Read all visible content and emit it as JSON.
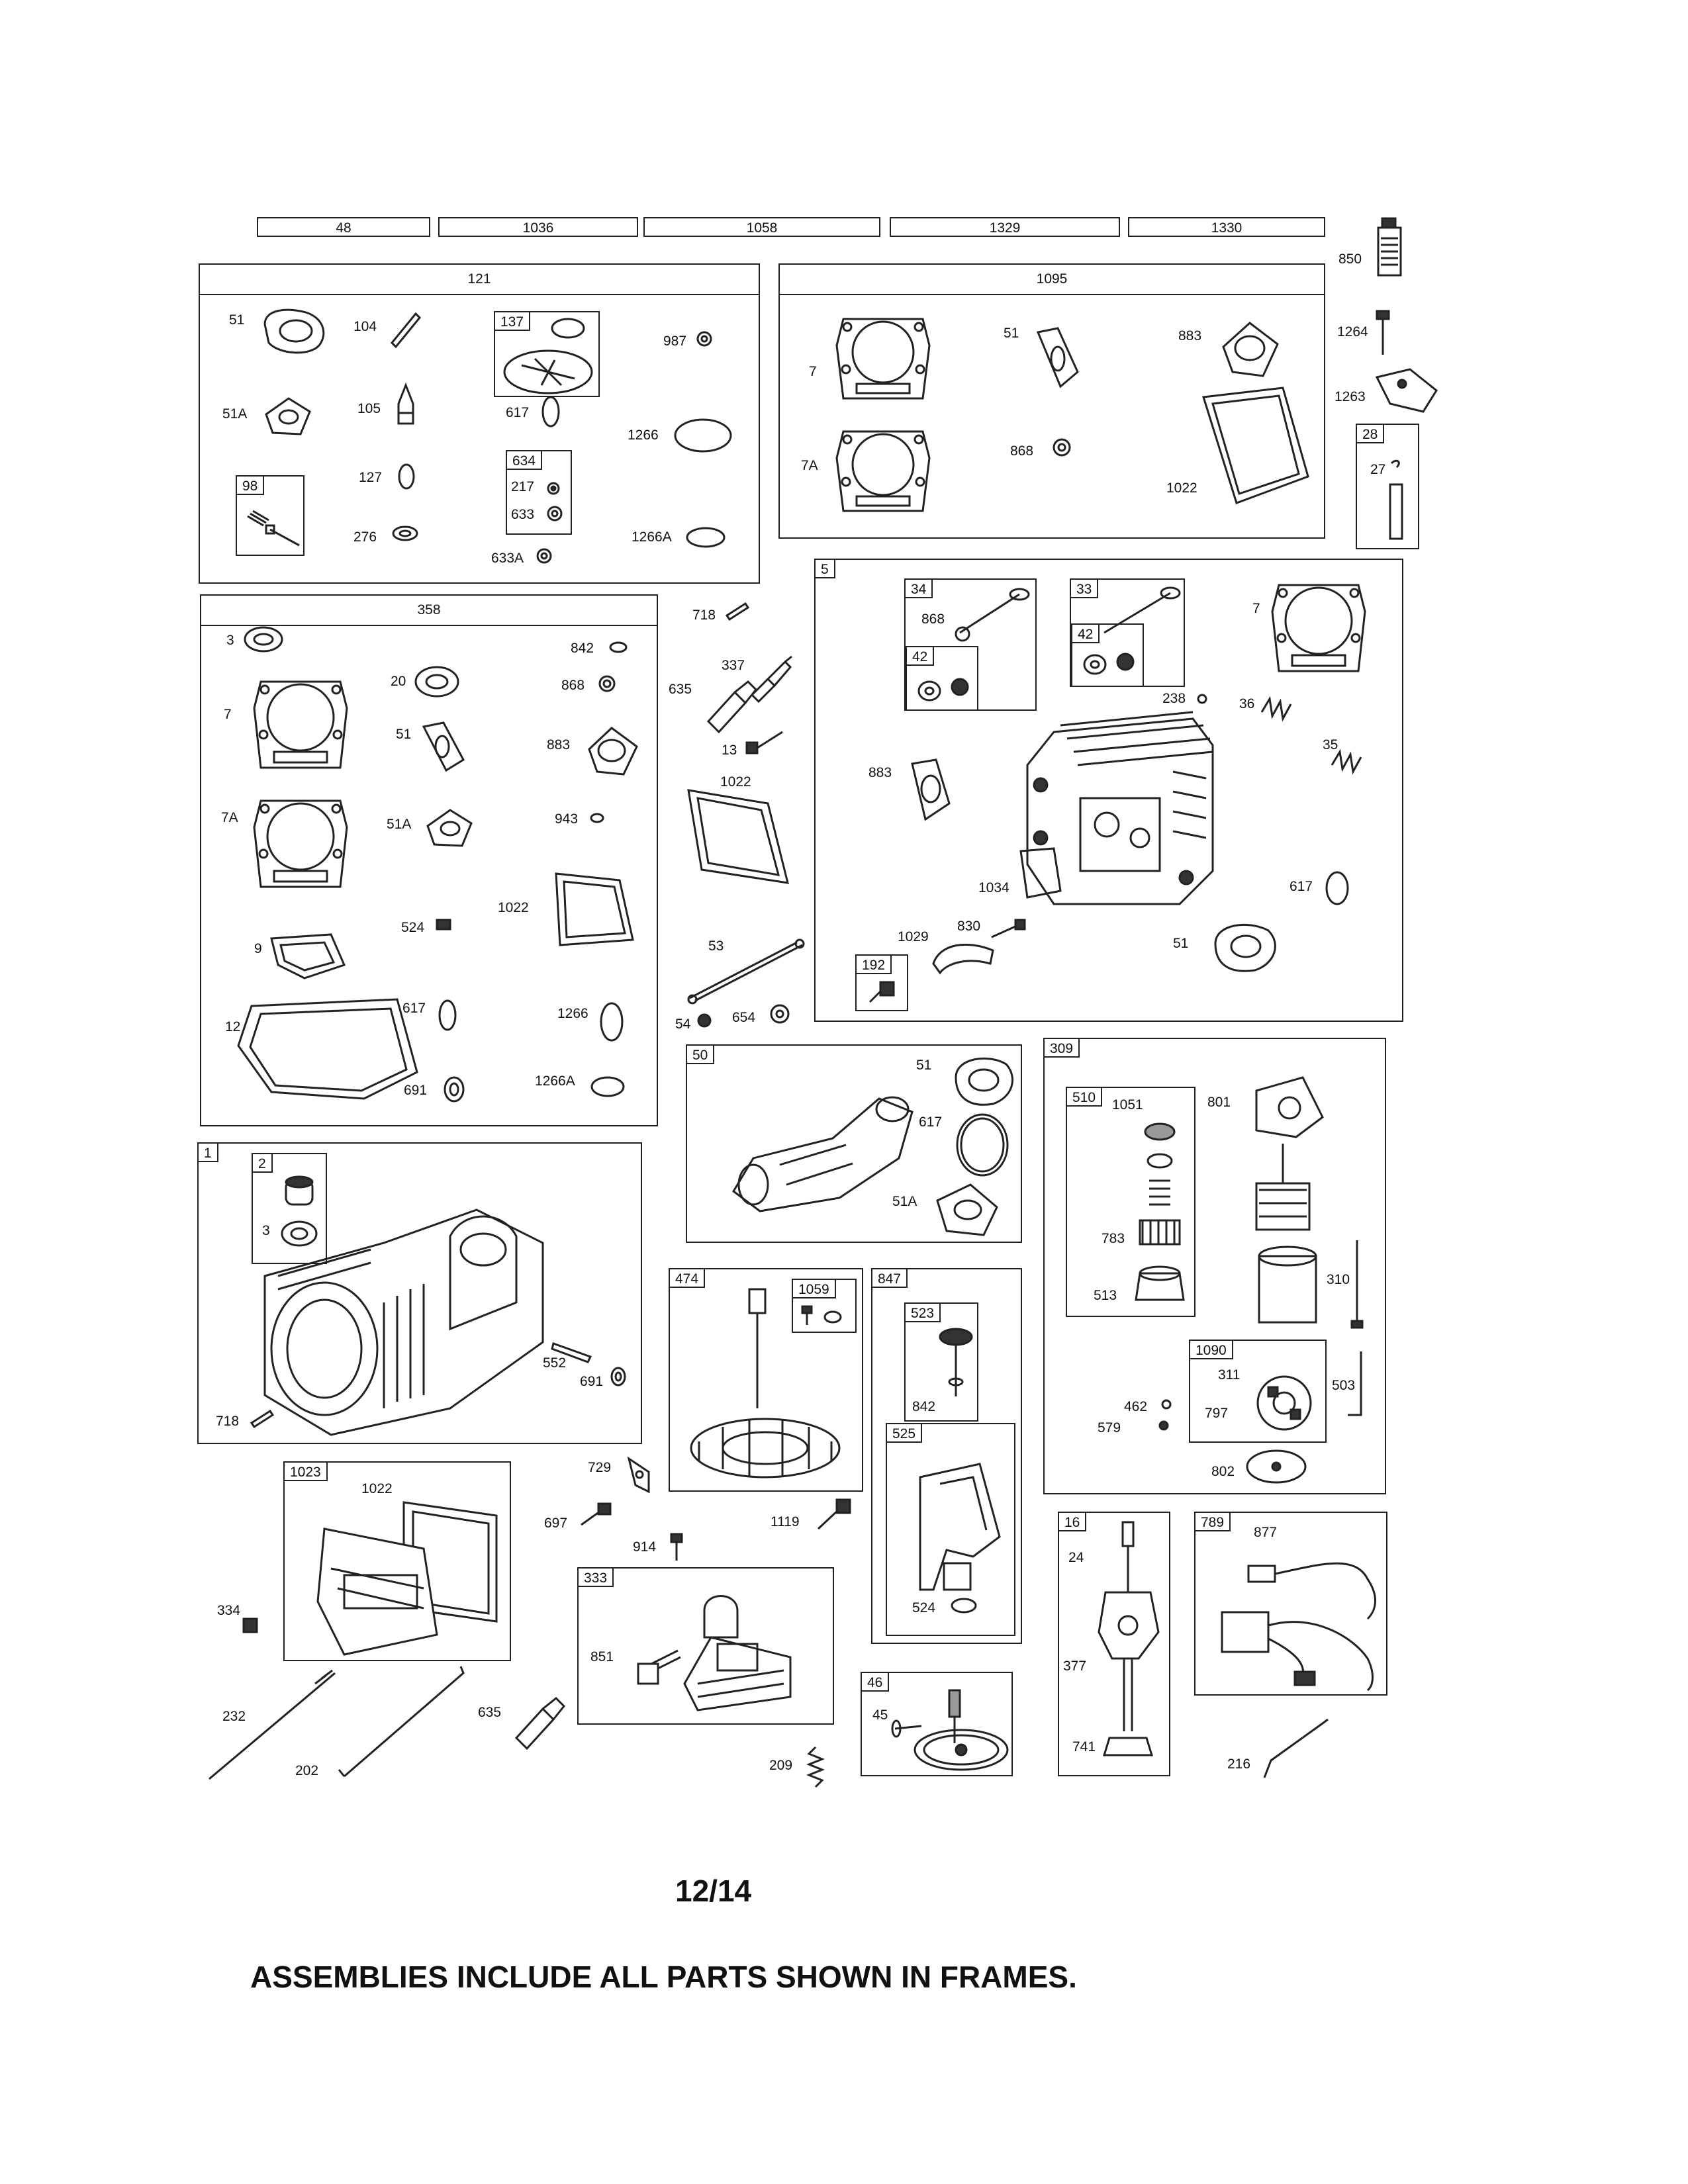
{
  "header_boxes": [
    "48",
    "1036",
    "1058",
    "1329",
    "1330"
  ],
  "frames": {
    "f121": {
      "title": "121",
      "labels": [
        "51",
        "104",
        "987",
        "51A",
        "105",
        "617",
        "1266",
        "127",
        "217",
        "633",
        "276",
        "633A",
        "1266A"
      ],
      "tags": [
        "137",
        "634",
        "98"
      ]
    },
    "f1095": {
      "title": "1095",
      "labels": [
        "7",
        "51",
        "883",
        "7A",
        "868",
        "1022"
      ]
    },
    "f358": {
      "title": "358",
      "labels": [
        "3",
        "842",
        "20",
        "868",
        "7",
        "51",
        "883",
        "7A",
        "51A",
        "943",
        "1022",
        "524",
        "9",
        "617",
        "1266",
        "12",
        "691",
        "1266A"
      ]
    },
    "f5": {
      "tag": "5",
      "labels": [
        "868",
        "7",
        "238",
        "36",
        "35",
        "883",
        "617",
        "1034",
        "1029",
        "830",
        "51"
      ],
      "tags": [
        "34",
        "42",
        "33",
        "42",
        "192"
      ]
    },
    "f1": {
      "tag": "1",
      "labels": [
        "3",
        "552",
        "691",
        "718"
      ],
      "tags": [
        "2"
      ]
    },
    "f50": {
      "tag": "50",
      "labels": [
        "51",
        "617",
        "51A"
      ]
    },
    "f309": {
      "tag": "309",
      "labels": [
        "1051",
        "801",
        "783",
        "513",
        "310",
        "311",
        "503",
        "462",
        "579",
        "797",
        "802"
      ],
      "tags": [
        "510",
        "1090"
      ]
    },
    "f474": {
      "tag": "474",
      "tags": [
        "1059"
      ]
    },
    "f847": {
      "tag": "847",
      "labels": [
        "842",
        "524"
      ],
      "tags": [
        "523",
        "525"
      ]
    },
    "f1023": {
      "tag": "1023",
      "labels": [
        "1022"
      ]
    },
    "f333": {
      "tag": "333",
      "labels": [
        "851"
      ]
    },
    "f46": {
      "tag": "46",
      "labels": [
        "45"
      ]
    },
    "f16": {
      "tag": "16",
      "labels": [
        "24",
        "377",
        "741"
      ]
    },
    "f789": {
      "tag": "789",
      "labels": [
        "877"
      ]
    },
    "f28": {
      "tag": "28",
      "labels": [
        "27"
      ]
    }
  },
  "loose_labels": [
    "850",
    "1264",
    "1263",
    "718",
    "337",
    "635",
    "13",
    "1022",
    "53",
    "54",
    "654",
    "729",
    "697",
    "1119",
    "334",
    "914",
    "232",
    "202",
    "635",
    "209",
    "216"
  ],
  "page_number": "12/14",
  "footer_note": "ASSEMBLIES INCLUDE ALL PARTS SHOWN IN FRAMES."
}
